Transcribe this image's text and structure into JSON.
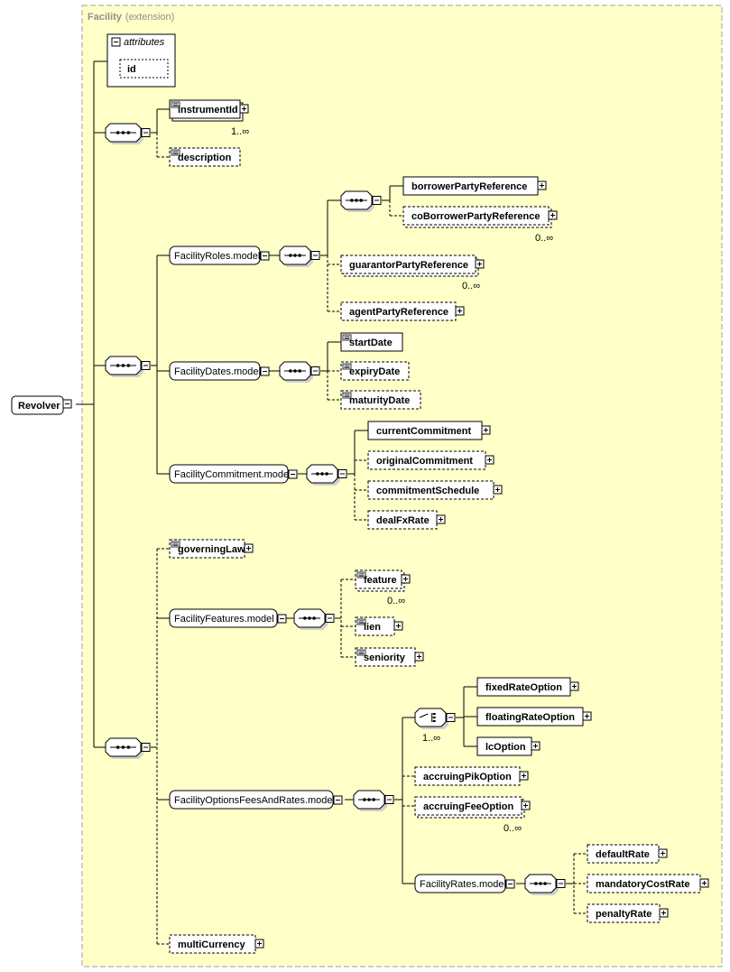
{
  "title": "Facility",
  "title_suffix": "(extension)",
  "root": "Revolver",
  "attributes_label": "attributes",
  "attribute_id": "id",
  "elements": {
    "instrumentId": "instrumentId",
    "description": "description",
    "borrowerPartyReference": "borrowerPartyReference",
    "coBorrowerPartyReference": "coBorrowerPartyReference",
    "guarantorPartyReference": "guarantorPartyReference",
    "agentPartyReference": "agentPartyReference",
    "startDate": "startDate",
    "expiryDate": "expiryDate",
    "maturityDate": "maturityDate",
    "currentCommitment": "currentCommitment",
    "originalCommitment": "originalCommitment",
    "commitmentSchedule": "commitmentSchedule",
    "dealFxRate": "dealFxRate",
    "governingLaw": "governingLaw",
    "feature": "feature",
    "lien": "lien",
    "seniority": "seniority",
    "fixedRateOption": "fixedRateOption",
    "floatingRateOption": "floatingRateOption",
    "lcOption": "lcOption",
    "accruingPikOption": "accruingPikOption",
    "accruingFeeOption": "accruingFeeOption",
    "defaultRate": "defaultRate",
    "mandatoryCostRate": "mandatoryCostRate",
    "penaltyRate": "penaltyRate",
    "multiCurrency": "multiCurrency"
  },
  "groups": {
    "facilityRoles": "FacilityRoles.model",
    "facilityDates": "FacilityDates.model",
    "facilityCommitment": "FacilityCommitment.model",
    "facilityFeatures": "FacilityFeatures.model",
    "facilityOptions": "FacilityOptionsFeesAndRates.model",
    "facilityRates": "FacilityRates.model"
  },
  "cardinality": {
    "one_to_many": "1..∞",
    "zero_to_many": "0..∞"
  },
  "colors": {
    "background": "#ffffc8",
    "extension_border": "#a0a0a0",
    "box_border": "#000000"
  }
}
